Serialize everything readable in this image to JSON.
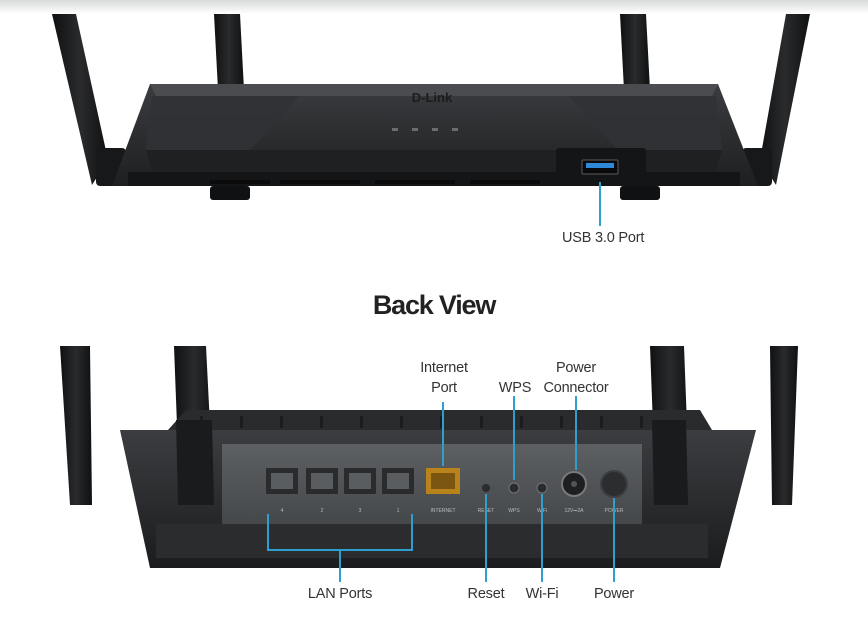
{
  "section_title": "Back View",
  "brand": "D-Link",
  "callouts": {
    "usb": "USB 3.0 Port",
    "internet": [
      "Internet",
      "Port"
    ],
    "wps": "WPS",
    "power_connector": [
      "Power",
      "Connector"
    ],
    "lan": "LAN Ports",
    "reset": "Reset",
    "wifi": "Wi-Fi",
    "power": "Power"
  },
  "port_labels": {
    "lan": [
      "4",
      "3",
      "2",
      "1"
    ],
    "internet": "INTERNET",
    "reset": "RESET",
    "wps": "WPS",
    "wifi": "WiFi",
    "dc": "12V⎓2A",
    "power": "POWER"
  },
  "colors": {
    "accent": "#2e9fd0",
    "internet_port": "#b8831a",
    "body": "#2c2e30",
    "panel": "#55585b"
  }
}
